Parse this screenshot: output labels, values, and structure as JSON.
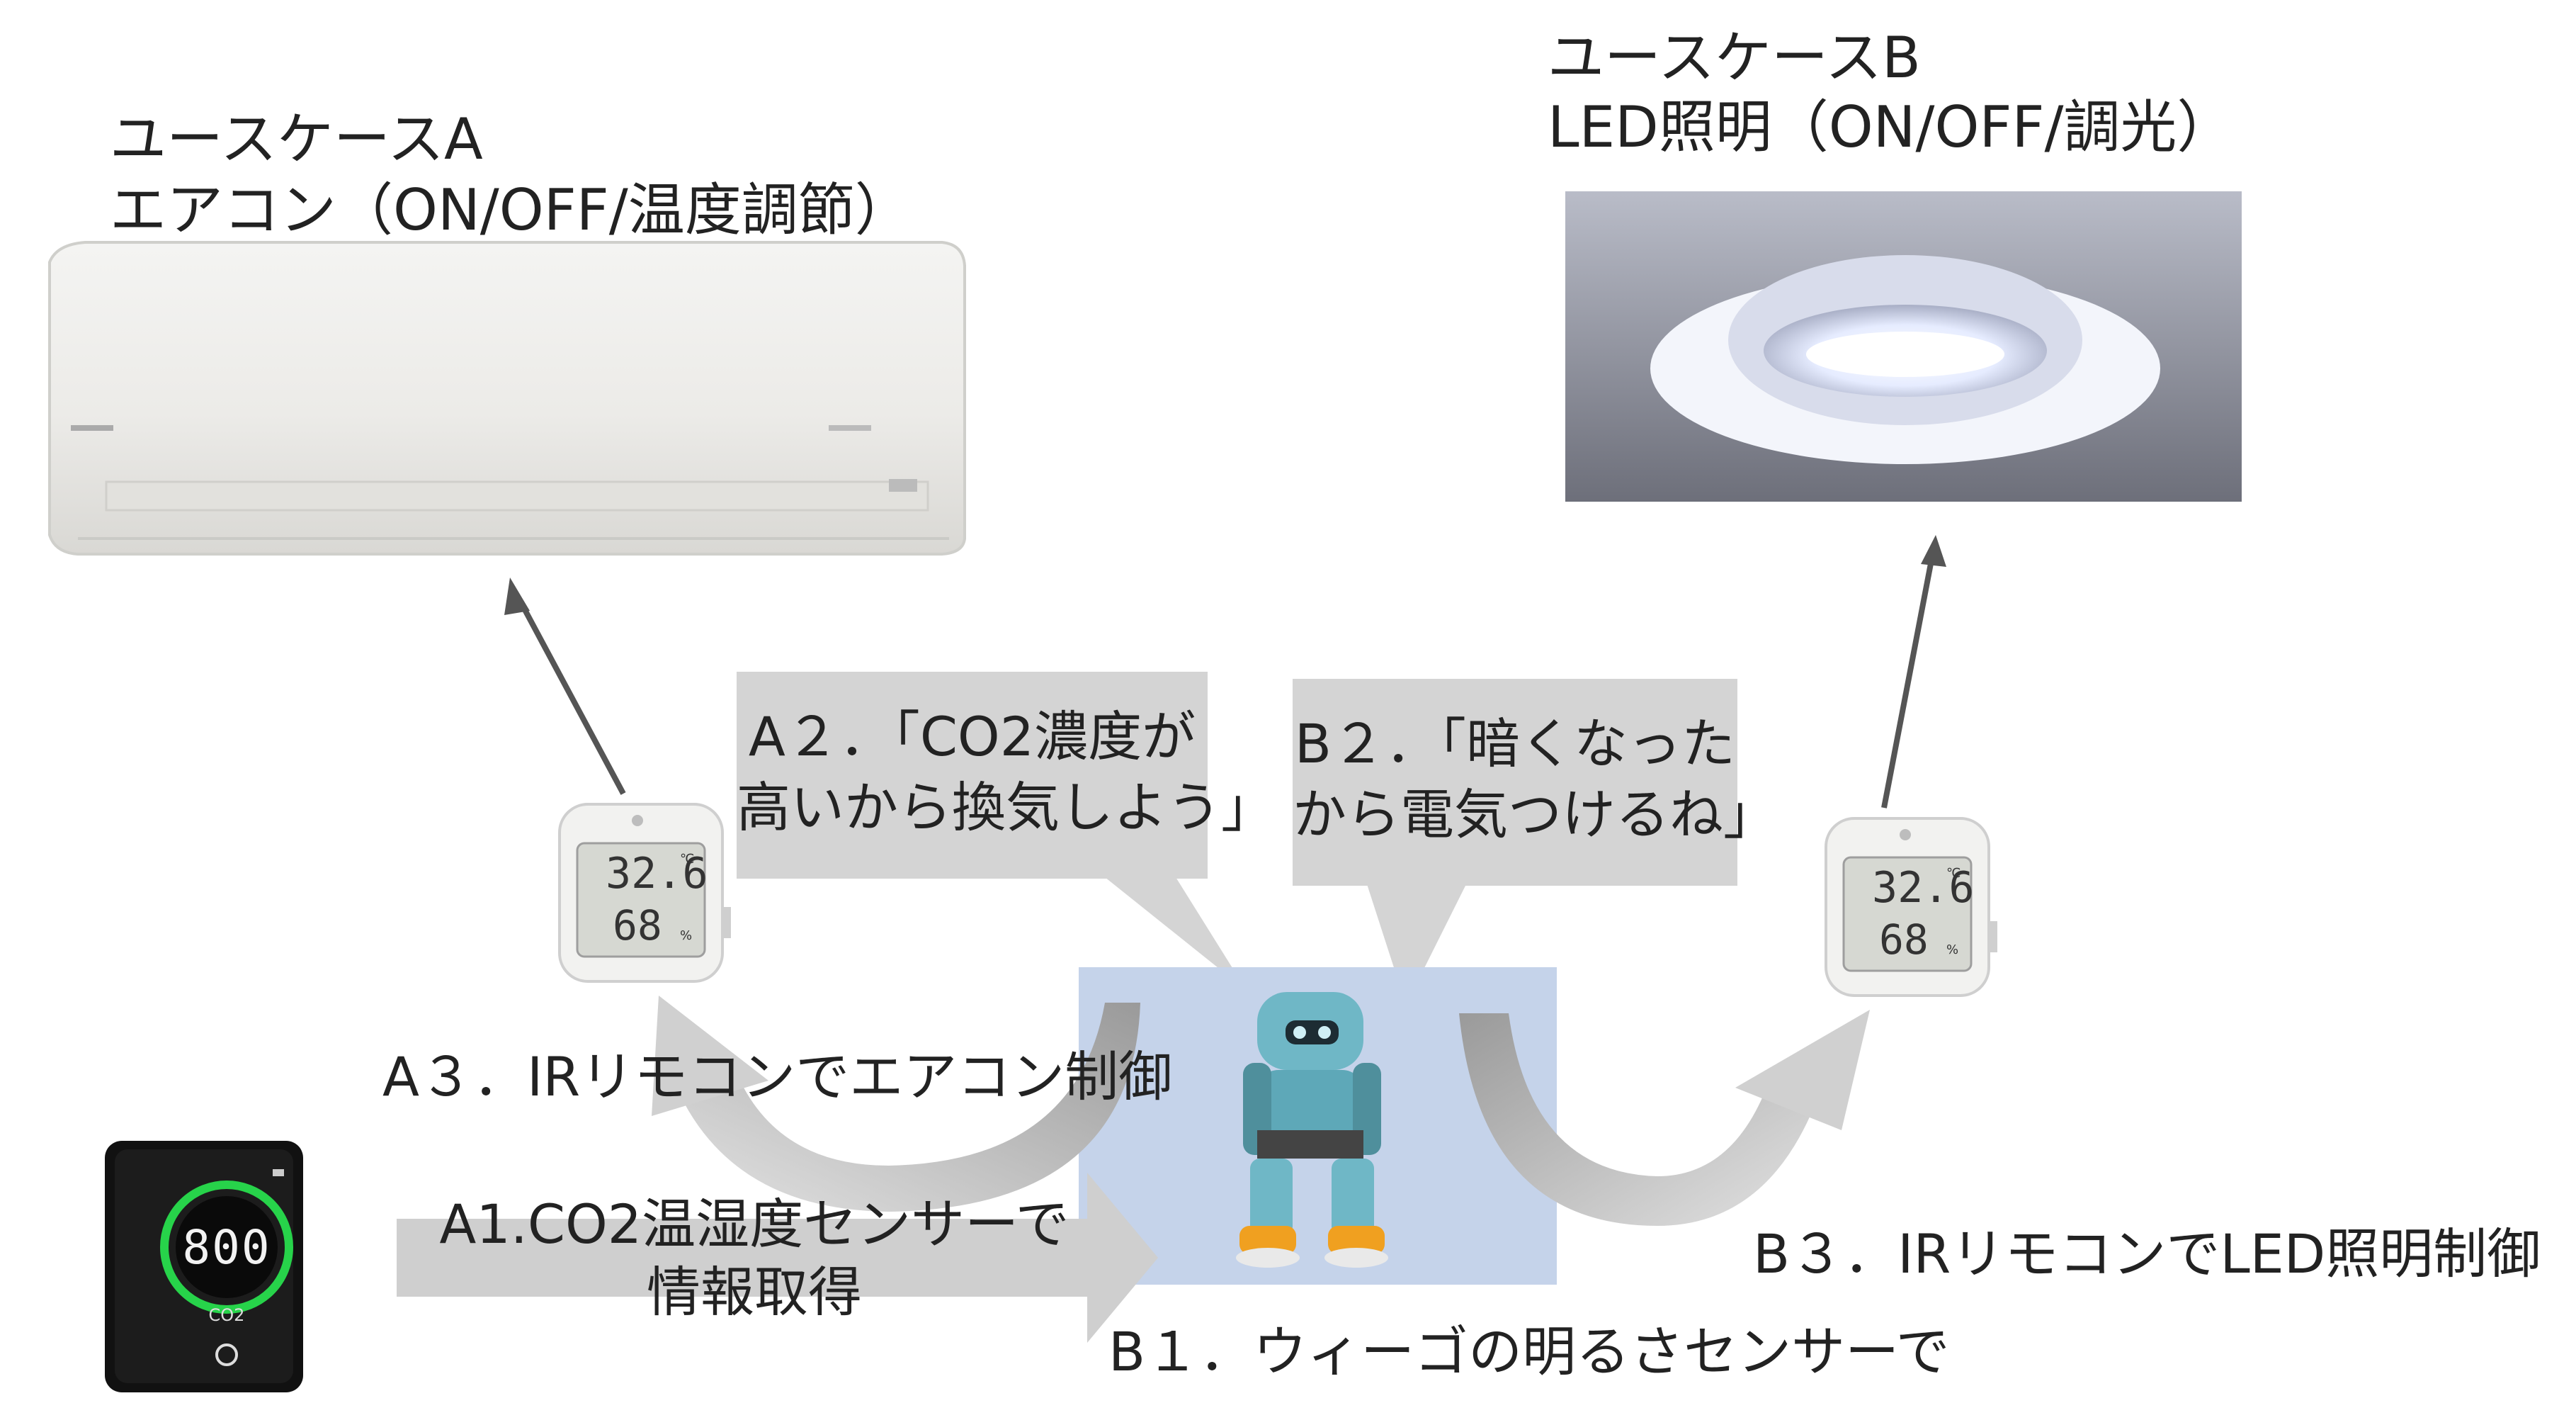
{
  "use_case_a": {
    "title": "ユースケースA",
    "subtitle": "エアコン（ON/OFF/温度調節）"
  },
  "use_case_b": {
    "title": "ユースケースB",
    "subtitle": "LED照明（ON/OFF/調光）"
  },
  "bubble_a2": {
    "line1": "A２．「CO2濃度が",
    "line2": "高いから換気しよう」"
  },
  "bubble_b2": {
    "line1": "B２．「暗くなった",
    "line2": "から電気つけるね」"
  },
  "step_a3": "A３．IRリモコンでエアコン制御",
  "step_a1": {
    "line1": "A1.CO2温湿度センサーで",
    "line2": "情報取得"
  },
  "step_b1": "B１．ウィーゴの明るさセンサーで",
  "step_b3": "B３．IRリモコンでLED照明制御",
  "sensor_display": {
    "temperature": "32.6",
    "temp_unit": "℃",
    "humidity": "68",
    "humidity_unit": "%"
  },
  "co2_monitor": {
    "reading": "800",
    "label": "CO2"
  },
  "colors": {
    "arrow_gray": "#c8c8c8",
    "bubble_gray": "#d4d4d4",
    "photo_bg": "#c5d3ea",
    "robot_teal": "#6fb7c6"
  }
}
